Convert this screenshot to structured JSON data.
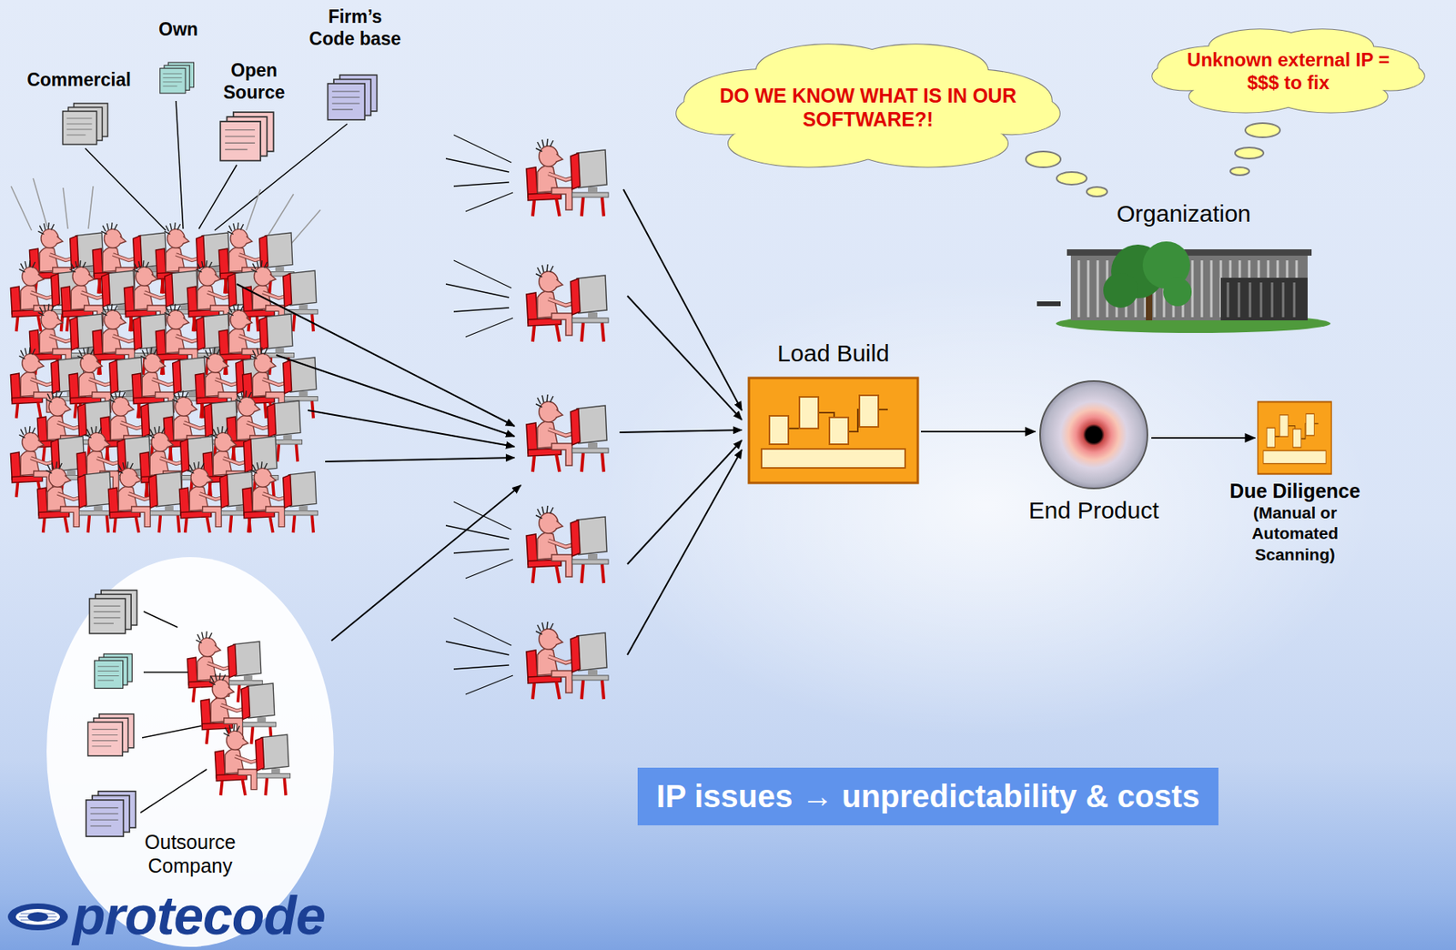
{
  "diagram": {
    "nodes": [
      {
        "text": [
          "DO WE KNOW WHAT IS IN OUR SOFTWARE?!"
        ]
      },
      {
        "text": [
          "Unknown external IP = $$$ to fix"
        ]
      },
      {
        "text": [
          "Organization"
        ]
      },
      {
        "text": [
          "Load Build"
        ]
      },
      {
        "text": [
          "End Product"
        ]
      },
      {
        "text": [
          "Due Diligence",
          "(Manual or Automated Scanning)"
        ]
      },
      {
        "text": [
          "Outsource Company"
        ]
      },
      {
        "text": [
          "IP issues → unpredictability & costs"
        ]
      }
    ],
    "edges": [
      {
        "from": 3,
        "to": 4,
        "arrow": "to"
      },
      {
        "from": 4,
        "to": 5,
        "arrow": "to"
      }
    ],
    "labels": [
      "Commercial",
      "Own",
      "Open Source",
      "Firm’s Code base",
      "protecode"
    ]
  }
}
